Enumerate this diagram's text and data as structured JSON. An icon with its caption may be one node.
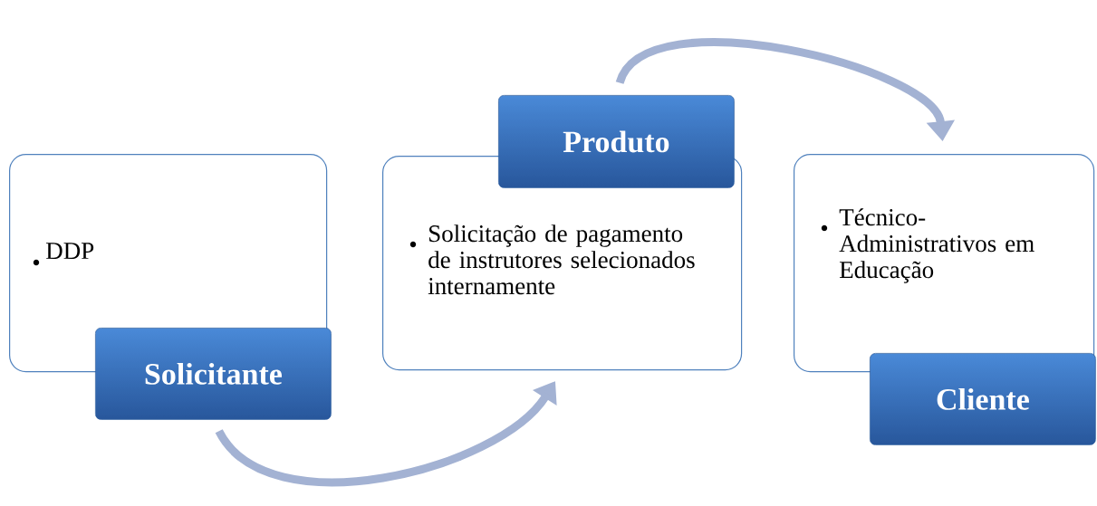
{
  "diagram": {
    "nodes": [
      {
        "text": [
          "DDP"
        ]
      },
      {
        "text": [
          "Solicitante"
        ]
      },
      {
        "text": [
          "Solicitação de pagamento de instrutores selecionados internamente"
        ]
      },
      {
        "text": [
          "Produto"
        ]
      },
      {
        "text": [
          "Técnico-Administrativos em Educação"
        ]
      },
      {
        "text": [
          "Cliente"
        ]
      }
    ],
    "edges": [
      {
        "from": 1,
        "to": 2,
        "arrow": "to"
      },
      {
        "from": 3,
        "to": 4,
        "arrow": "to"
      }
    ]
  }
}
